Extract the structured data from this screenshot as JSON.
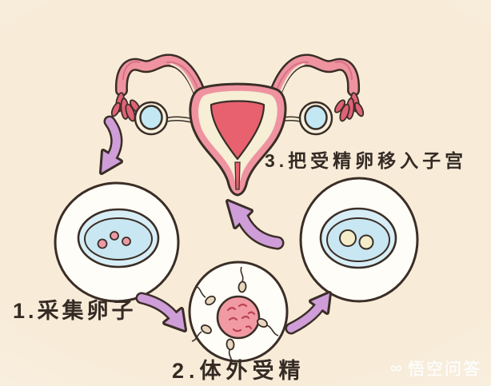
{
  "steps": [
    {
      "label": "1.采集卵子"
    },
    {
      "label": "2.体外受精"
    },
    {
      "label": "3.把受精卵移入子宫"
    }
  ],
  "watermark": {
    "logo": "∞",
    "text": "悟空问答"
  },
  "illustration": {
    "parts": [
      "uterus",
      "left-fallopian-tube",
      "right-fallopian-tube",
      "left-ovary",
      "right-ovary",
      "petri-dish-with-eggs",
      "fertilization-dish",
      "embryo-dish",
      "flow-arrows"
    ],
    "egg_count_left_dish": 3,
    "sperm_count": 5,
    "embryo_count_right_dish": 2
  },
  "colors": {
    "background": "#f8ecd9",
    "outline": "#3a2e26",
    "uterus_pink": "#ef93a0",
    "uterus_cavity_red": "#e8616f",
    "lining_cream": "#f6eed5",
    "tube_stripe": "#d87287",
    "fimbriae_red": "#e06277",
    "ovary_ring_cream": "#f8f1df",
    "ovary_blue": "#c3e8f4",
    "circle_white": "#fffdf7",
    "dish_blue_outer": "#d8eef6",
    "dish_blue_inner": "#c9e7f2",
    "egg_pink": "#eb9aa6",
    "embryo_cream": "#f5ecca",
    "sperm_head": "#e7d7c1",
    "arrow_purple": "#cf9ed9",
    "text": "#352b24"
  }
}
